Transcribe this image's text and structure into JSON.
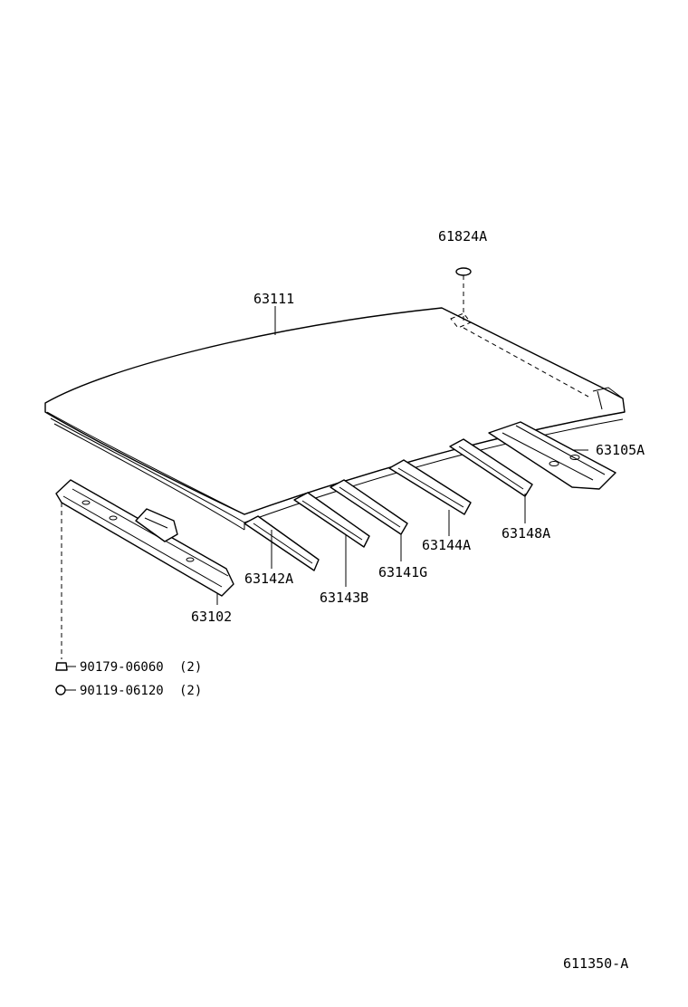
{
  "diagram": {
    "drawing_number": "611350-A",
    "parts": {
      "roof_panel": "63111",
      "plug": "61824A",
      "rear_header": "63105A",
      "front_header": "63102",
      "bow_1": "63142A",
      "bow_2": "63143B",
      "bow_3": "63141G",
      "bow_4": "63144A",
      "bow_5": "63148A",
      "nut": "90179-06060",
      "nut_qty": "(2)",
      "bolt": "90119-06120",
      "bolt_qty": "(2)"
    }
  }
}
